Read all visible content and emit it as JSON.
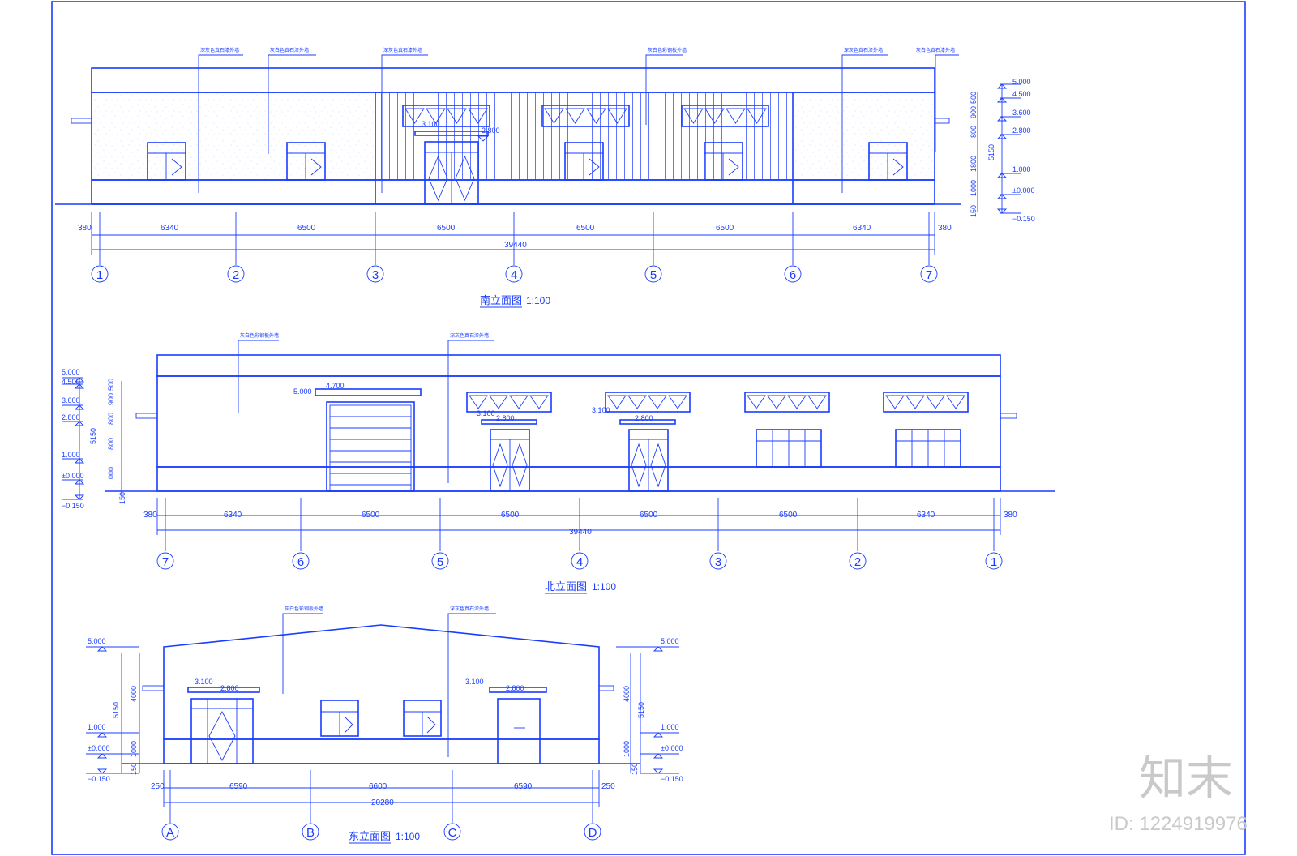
{
  "colors": {
    "line": "#1a3cff",
    "background": "#ffffff",
    "watermark": "#c9c9c9"
  },
  "watermark": {
    "brand": "知末",
    "id_text": "ID: 1224919976"
  },
  "south": {
    "title": "南立面图",
    "scale": "1:100",
    "spans": [
      "380",
      "6340",
      "6500",
      "6500",
      "6500",
      "6500",
      "6340",
      "380"
    ],
    "total": "39440",
    "axes": [
      "1",
      "2",
      "3",
      "4",
      "5",
      "6",
      "7"
    ],
    "notes": [
      "深灰色真石漆外墙",
      "灰白色真石漆外墙",
      "深灰色真石漆外墙",
      "灰白色彩钢板外墙",
      "深灰色真石漆外墙",
      "灰白色真石漆外墙"
    ],
    "marks": [
      "3.100",
      "2.800"
    ],
    "levels": [
      "5.000",
      "4.500",
      "3.600",
      "2.800",
      "1.000",
      "±0.000",
      "−0.150"
    ],
    "vdims": [
      "500",
      "900",
      "800",
      "1800",
      "1000",
      "150",
      "5150"
    ]
  },
  "north": {
    "title": "北立面图",
    "scale": "1:100",
    "spans": [
      "380",
      "6340",
      "6500",
      "6500",
      "6500",
      "6500",
      "6340",
      "380"
    ],
    "total": "39440",
    "axes": [
      "7",
      "6",
      "5",
      "4",
      "3",
      "2",
      "1"
    ],
    "notes": [
      "灰白色彩钢板外墙",
      "深灰色真石漆外墙"
    ],
    "marks": [
      "5.000",
      "4.700",
      "3.100",
      "2.800",
      "3.100",
      "2.800"
    ],
    "levels": [
      "5.000",
      "4.500",
      "3.600",
      "2.800",
      "1.000",
      "±0.000",
      "−0.150"
    ],
    "vdims": [
      "500",
      "900",
      "800",
      "1800",
      "1000",
      "150",
      "5150"
    ]
  },
  "east": {
    "title": "东立面图",
    "scale": "1:100",
    "spans": [
      "250",
      "6590",
      "6600",
      "6590",
      "250"
    ],
    "total": "20280",
    "axes": [
      "A",
      "B",
      "C",
      "D"
    ],
    "notes": [
      "灰白色彩钢板外墙",
      "深灰色真石漆外墙"
    ],
    "marks": [
      "3.100",
      "2.800",
      "3.100",
      "2.800"
    ],
    "levels": [
      "5.000",
      "1.000",
      "±0.000",
      "−0.150"
    ],
    "vdims": [
      "4000",
      "1000",
      "150",
      "5150"
    ]
  }
}
